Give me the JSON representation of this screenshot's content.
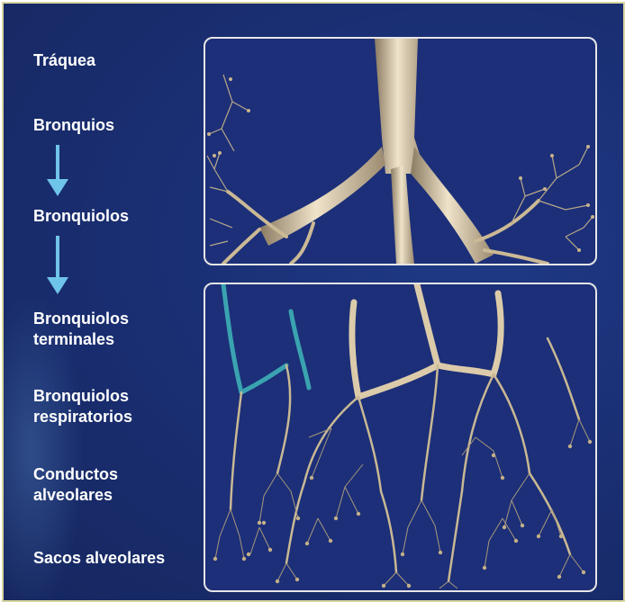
{
  "levels": [
    "Tráquea",
    "Bronquios",
    "Bronquiolos",
    "Bronquiolos\nterminales",
    "Bronquiolos\nrespiratorios",
    "Conductos\nalveolares",
    "Sacos alveolares"
  ],
  "colors": {
    "background": "#1a2f74",
    "border": "#d8d6a0",
    "label": "#ffffff",
    "arrow": "#6fc4ea",
    "branch": "#d9c9a8"
  },
  "icons": [
    "down-arrow-icon",
    "down-arrow-icon"
  ]
}
